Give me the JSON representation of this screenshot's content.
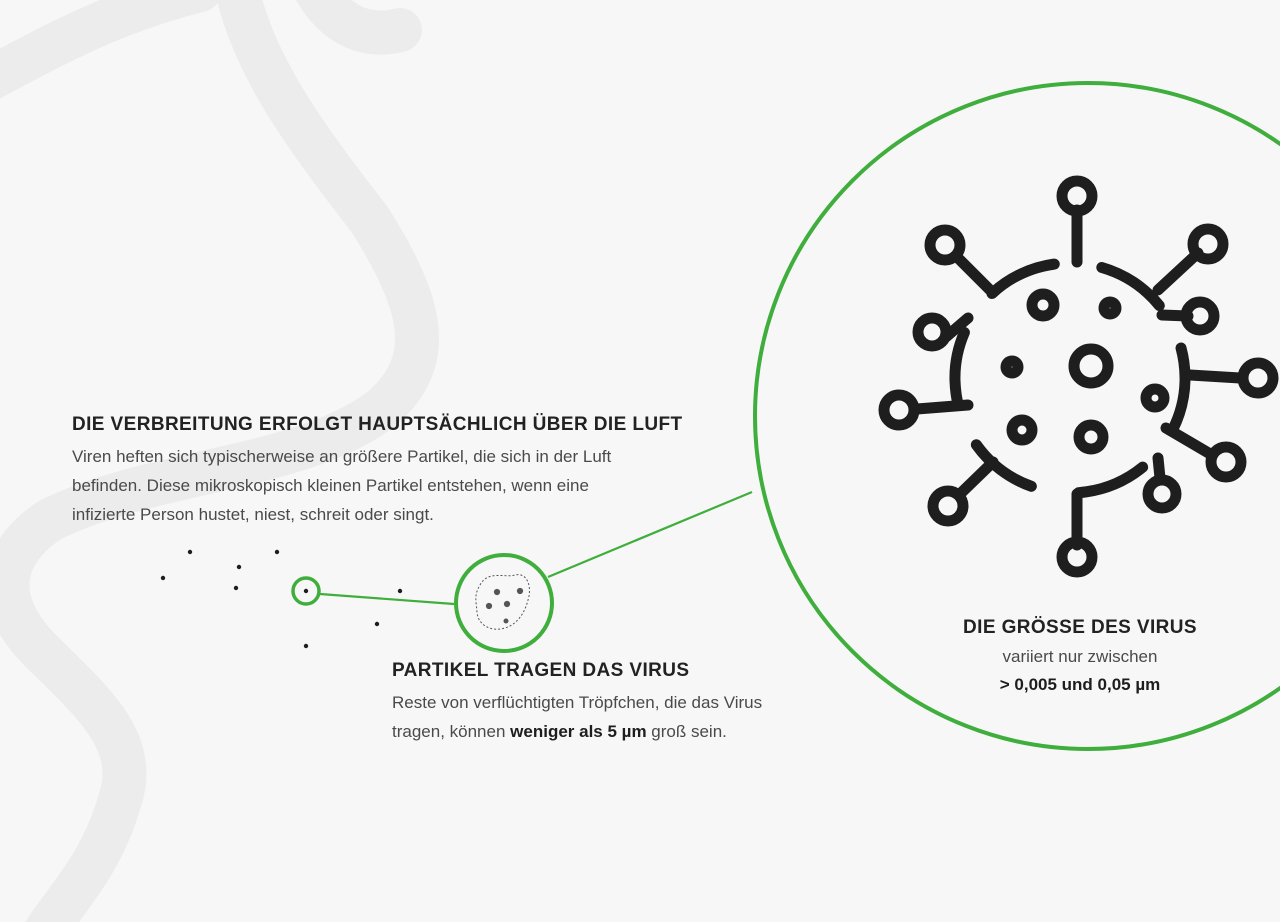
{
  "colors": {
    "accent_green": "#3fae3c",
    "virus_dark": "#1e1e1e",
    "background": "#f7f7f7",
    "watermark": "#ececec"
  },
  "spread": {
    "heading": "DIE VERBREITUNG ERFOLGT HAUPTSÄCHLICH ÜBER DIE LUFT",
    "lines": [
      "Viren heften sich typischerweise an größere Partikel, die sich in der Luft",
      "befinden. Diese mikroskopisch kleinen Partikel entstehen, wenn eine",
      "infizierte Person hustet, niest, schreit oder singt."
    ]
  },
  "particles": {
    "heading": "PARTIKEL TRAGEN DAS VIRUS",
    "line1": "Reste von verflüchtigten Tröpfchen, die das Virus",
    "line2_before": "tragen, können ",
    "line2_bold": "weniger als 5 µm",
    "line2_after": " groß sein."
  },
  "virus_size": {
    "heading": "DIE GRÖSSE DES VIRUS",
    "sub": "variiert nur zwischen",
    "range": "> 0,005 und 0,05 µm"
  },
  "icons": {
    "droplet": "droplet-zoom-icon",
    "particle": "particle-cluster-icon",
    "virus": "virus-icon"
  }
}
